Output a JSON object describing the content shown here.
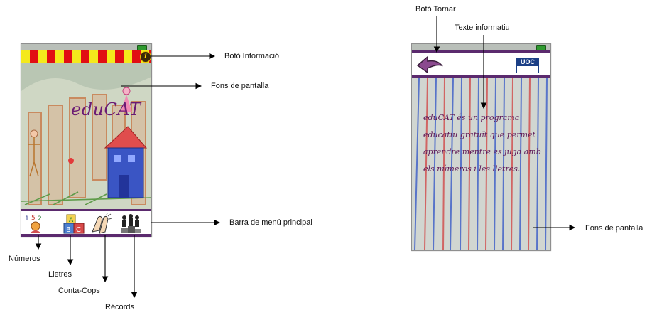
{
  "callouts": {
    "boto_informacio": "Botó Informació",
    "fons_pantalla_left": "Fons de pantalla",
    "barra_menu": "Barra de menú principal",
    "numeros": "Números",
    "lletres": "Lletres",
    "conta_cops": "Conta-Cops",
    "records": "Récords",
    "boto_tornar": "Botó Tornar",
    "texte_informatiu": "Texte informatiu",
    "fons_pantalla_right": "Fons de pantalla"
  },
  "left_screen": {
    "title": "eduCAT",
    "info_icon": "i",
    "menu": [
      "numbers-icon",
      "letters-icon",
      "clap-icon",
      "records-icon"
    ]
  },
  "right_screen": {
    "logo_text": "UOC",
    "info_text": "eduCAT és un programa educatiu gratuït que permet aprendre mentre es juga amb els números i les lletres."
  },
  "colors": {
    "purple_bar": "#5b2a6e",
    "yellow": "#f4e91c",
    "red": "#e10f13"
  }
}
